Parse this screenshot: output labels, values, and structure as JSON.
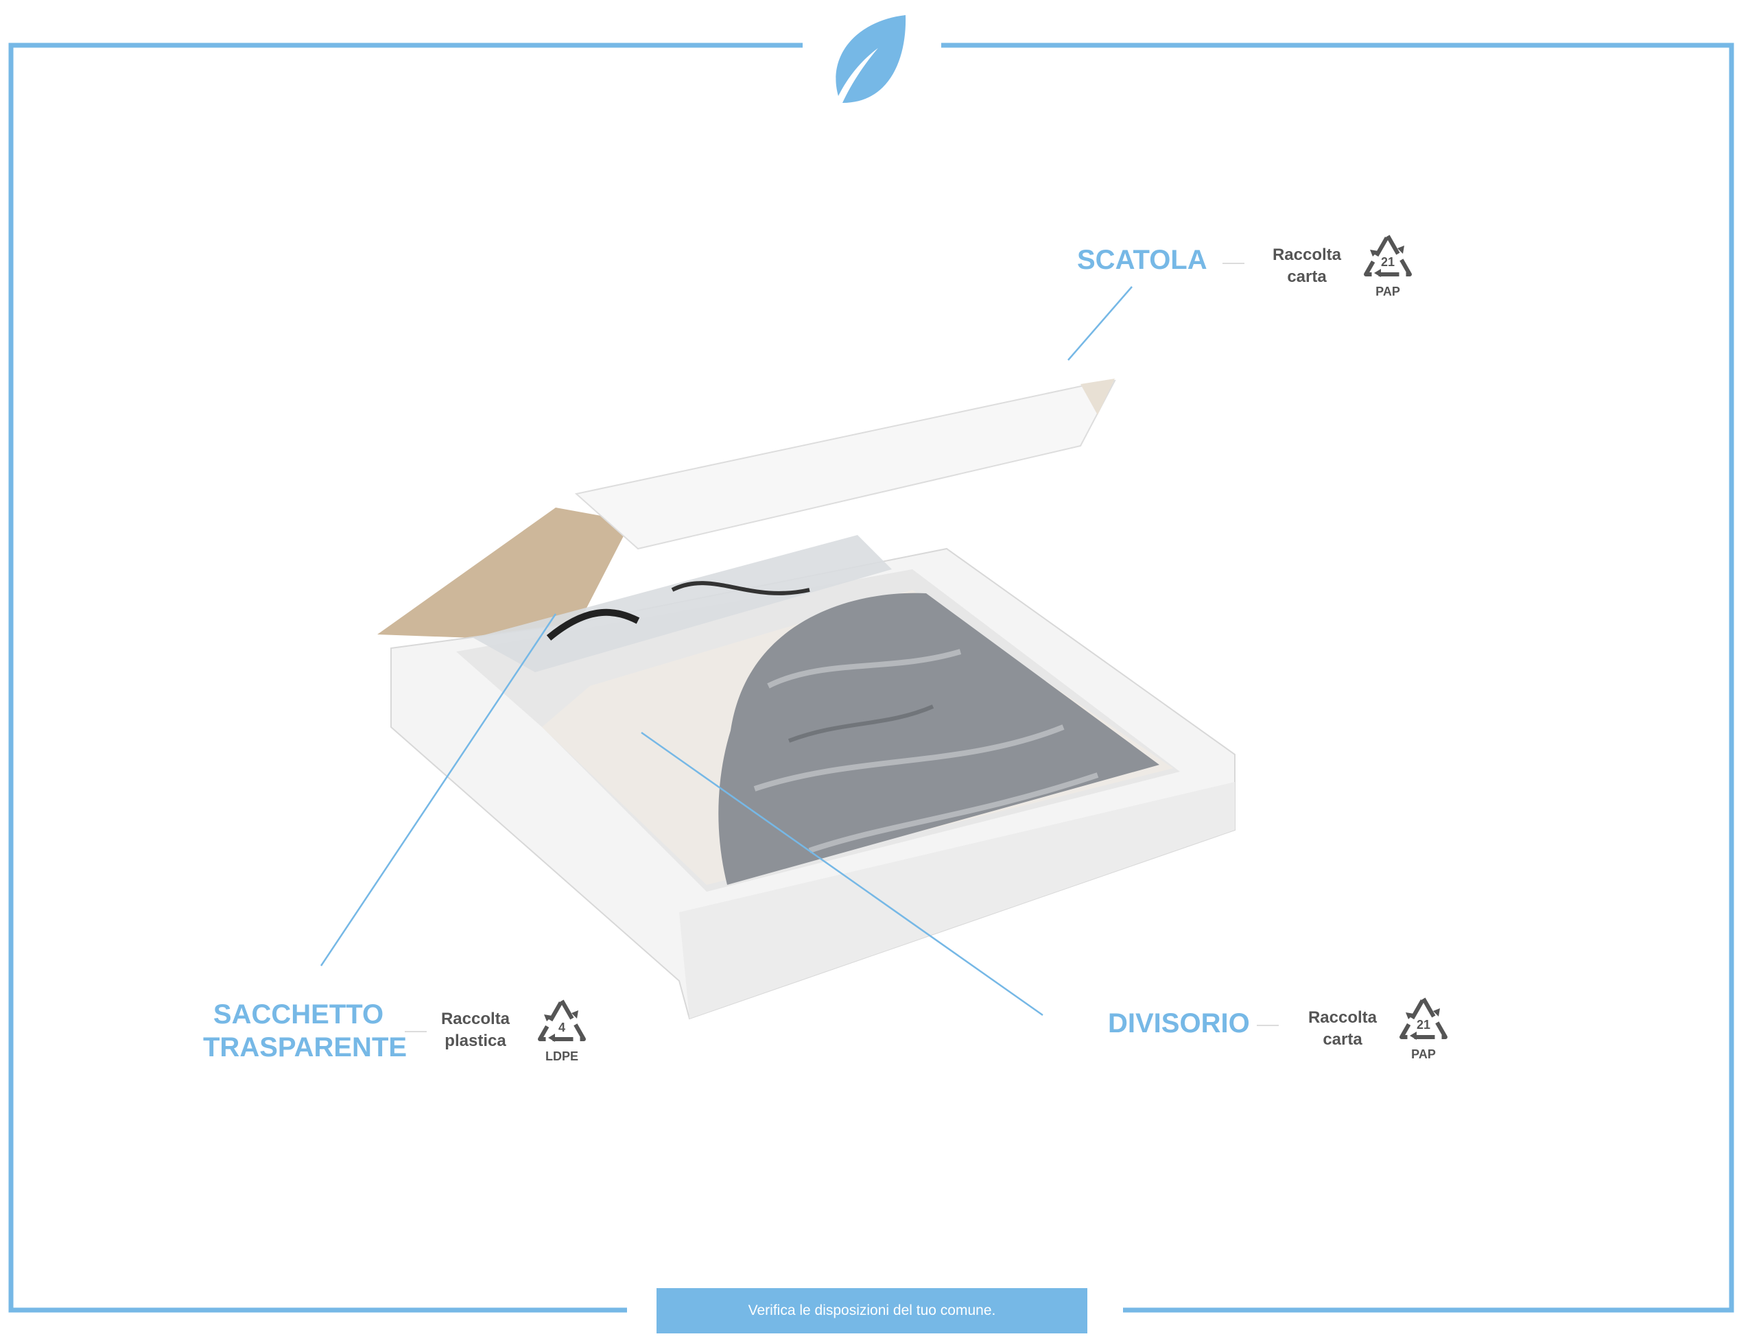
{
  "colors": {
    "accent": "#76b8e6",
    "text": "#555555",
    "frame": "#76b8e6"
  },
  "header": {
    "icon": "leaf-icon"
  },
  "items": [
    {
      "title_lines": [
        "SCATOLA"
      ],
      "collection_lines": [
        "Raccolta",
        "carta"
      ],
      "recycle_code": "21",
      "material": "PAP",
      "icon": "recycle-triangle-icon"
    },
    {
      "title_lines": [
        "SACCHETTO",
        "TRASPARENTE"
      ],
      "collection_lines": [
        "Raccolta",
        "plastica"
      ],
      "recycle_code": "4",
      "material": "LDPE",
      "icon": "recycle-triangle-icon"
    },
    {
      "title_lines": [
        "DIVISORIO"
      ],
      "collection_lines": [
        "Raccolta",
        "carta"
      ],
      "recycle_code": "21",
      "material": "PAP",
      "icon": "recycle-triangle-icon"
    }
  ],
  "footer": {
    "note": "Verifica le disposizioni del tuo comune."
  }
}
